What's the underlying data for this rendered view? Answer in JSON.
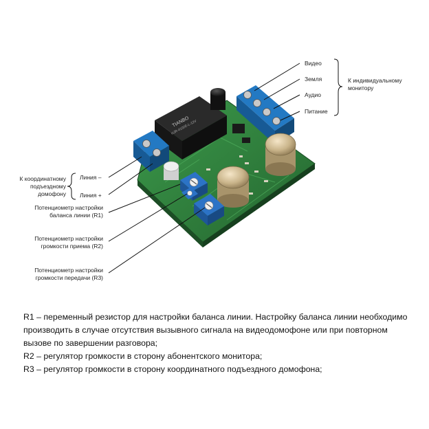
{
  "labels": {
    "video": "Видео",
    "ground": "Земля",
    "audio": "Аудио",
    "power": "Питание",
    "monitor_1": "К индивидуальному",
    "monitor_2": "монитору",
    "coord_1": "К координатному",
    "coord_2": "подъездному",
    "coord_3": "домофону",
    "line_minus": "Линия –",
    "line_plus": "Линия +",
    "r1_1": "Потенциометр настройки",
    "r1_2": "баланса линии (R1)",
    "r2_1": "Потенциометр настройки",
    "r2_2": "громкости приема (R2)",
    "r3_1": "Потенциометр настройки",
    "r3_2": "громкости передачи (R3)"
  },
  "board": {
    "relay_text_1": "TIANBO",
    "relay_text_2": "HJR-4102E-L-12V",
    "colors": {
      "pcb": "#2f7d3c",
      "terminal": "#1d6fb5",
      "relay": "#1b1b1b"
    }
  },
  "description": {
    "line1": "R1 – переменный резистор для настройки баланса линии. Настройку баланса линии необходимо производить в случае отсутствия вызывного сигнала на видеодомофоне или при повторном вызове по завершении разговора;",
    "line2": "R2 – регулятор громкости в сторону абонентского монитора;",
    "line3": "R3 – регулятор громкости в сторону координатного подъездного домофона;"
  }
}
